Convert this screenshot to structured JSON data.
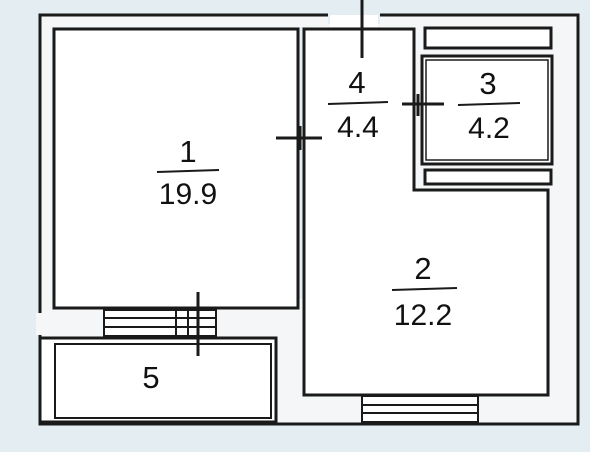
{
  "plan": {
    "colors": {
      "background": "#e4edf1",
      "wall": "#1a1a1a",
      "fill": "#ffffff"
    },
    "rooms": [
      {
        "id": "room-1",
        "number": "1",
        "area": "19.9"
      },
      {
        "id": "room-2",
        "number": "2",
        "area": "12.2"
      },
      {
        "id": "room-3",
        "number": "3",
        "area": "4.2"
      },
      {
        "id": "room-4",
        "number": "4",
        "area": "4.4"
      },
      {
        "id": "room-5",
        "number": "5",
        "area": ""
      }
    ]
  }
}
